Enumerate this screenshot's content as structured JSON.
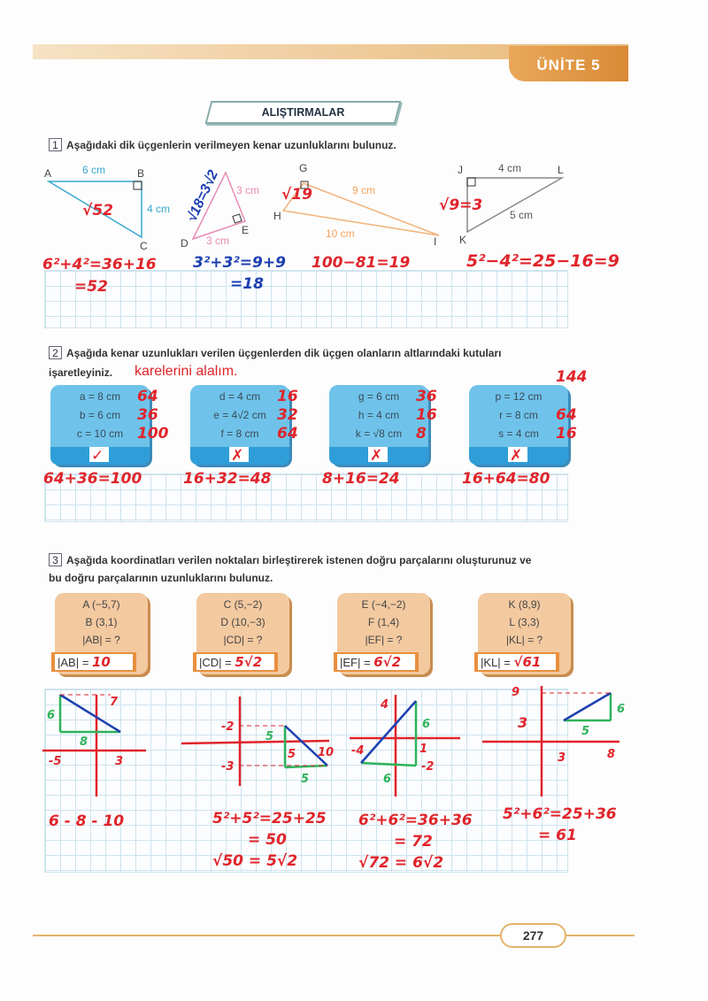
{
  "header": {
    "unit_badge": "ÜNİTE 5",
    "section_title": "ALIŞTIRMALAR"
  },
  "ex1": {
    "number": "1",
    "prompt": "Aşağıdaki dik üçgenlerin verilmeyen kenar uzunluklarını bulunuz.",
    "t1": {
      "A": "A",
      "B": "B",
      "C": "C",
      "ab": "6 cm",
      "bc": "4 cm",
      "answer": "√52",
      "work1": "6²+4²=36+16",
      "work2": "=52"
    },
    "t2": {
      "D": "D",
      "E": "E",
      "de": "3 cm",
      "ef": "3 cm",
      "answer": "√18=3√2",
      "work1": "3²+3²=9+9",
      "work2": "=18"
    },
    "t3": {
      "G": "G",
      "H": "H",
      "I": "I",
      "gi": "9 cm",
      "hi": "10 cm",
      "answer": "√19",
      "work1": "100−81=19"
    },
    "t4": {
      "J": "J",
      "K": "K",
      "L": "L",
      "jl": "4 cm",
      "kl": "5 cm",
      "answer": "√9=3",
      "work1": "5²−4²=25−16=9"
    }
  },
  "ex2": {
    "number": "2",
    "prompt1": "Aşağıda kenar uzunlukları verilen üçgenlerden dik üçgen olanların altlarındaki kutuları",
    "prompt2": "işaretleyiniz.",
    "note": "karelerini alalım.",
    "boxes": [
      {
        "lines": [
          "a = 8 cm",
          "b = 6 cm",
          "c = 10 cm"
        ],
        "squares": [
          "64",
          "36",
          "100"
        ],
        "mark": "✓",
        "sum": "64+36=100"
      },
      {
        "lines": [
          "d = 4 cm",
          "e = 4√2  cm",
          "f = 8 cm"
        ],
        "squares": [
          "16",
          "32",
          "64"
        ],
        "mark": "✗",
        "sum": "16+32=48"
      },
      {
        "lines": [
          "g = 6 cm",
          "h = 4 cm",
          "k = √8  cm"
        ],
        "squares": [
          "36",
          "16",
          "8"
        ],
        "mark": "✗",
        "sum": "8+16=24"
      },
      {
        "lines": [
          "p = 12 cm",
          "r = 8 cm",
          "s = 4 cm"
        ],
        "squares": [
          "144",
          "64",
          "16"
        ],
        "mark": "✗",
        "sum": "16+64=80"
      }
    ]
  },
  "ex3": {
    "number": "3",
    "prompt1": "Aşağıda koordinatları verilen noktaları birleştirerek istenen doğru parçalarını oluşturunuz ve",
    "prompt2": "bu doğru parçalarının uzunluklarını bulunuz.",
    "boxes": [
      {
        "lines": [
          "A (−5,7)",
          "B (3,1)",
          "|AB| = ?"
        ],
        "label": "|AB| =",
        "answer": "10",
        "work": [
          "6 - 8 - 10"
        ]
      },
      {
        "lines": [
          "C (5,−2)",
          "D (10,−3)",
          "|CD| = ?"
        ],
        "label": "|CD| =",
        "answer": "5√2",
        "work": [
          "5²+5²=25+25",
          "= 50",
          "√50 = 5√2"
        ]
      },
      {
        "lines": [
          "E (−4,−2)",
          "F (1,4)",
          "|EF| = ?"
        ],
        "label": "|EF| =",
        "answer": "6√2",
        "work": [
          "6²+6²=36+36",
          "= 72",
          "√72 = 6√2"
        ]
      },
      {
        "lines": [
          "K (8,9)",
          "L (3,3)",
          "|KL| = ?"
        ],
        "label": "|KL| =",
        "answer": "√61",
        "work": [
          "5²+6²=25+36",
          "= 61"
        ]
      }
    ],
    "graphs": [
      {
        "x": [
          "-5",
          "3"
        ],
        "y": [
          "7"
        ],
        "legs": [
          "6",
          "8"
        ]
      },
      {
        "x": [
          "5",
          "10"
        ],
        "y": [
          "-2",
          "-3"
        ],
        "legs": [
          "5",
          "5"
        ]
      },
      {
        "x": [
          "-4",
          "1"
        ],
        "y": [
          "4",
          "-2"
        ],
        "legs": [
          "6",
          "6"
        ]
      },
      {
        "x": [
          "3",
          "8"
        ],
        "y": [
          "9",
          "3"
        ],
        "legs": [
          "5",
          "6"
        ]
      }
    ]
  },
  "footer": {
    "page_number": "277"
  },
  "colors": {
    "accent": "#e9a75a",
    "pen_red": "#e0242a",
    "pen_blue": "#1c3fb0",
    "pen_green": "#2fb35a",
    "box_blue": "#6fc3ea",
    "box_orange": "#f3c9a0"
  }
}
